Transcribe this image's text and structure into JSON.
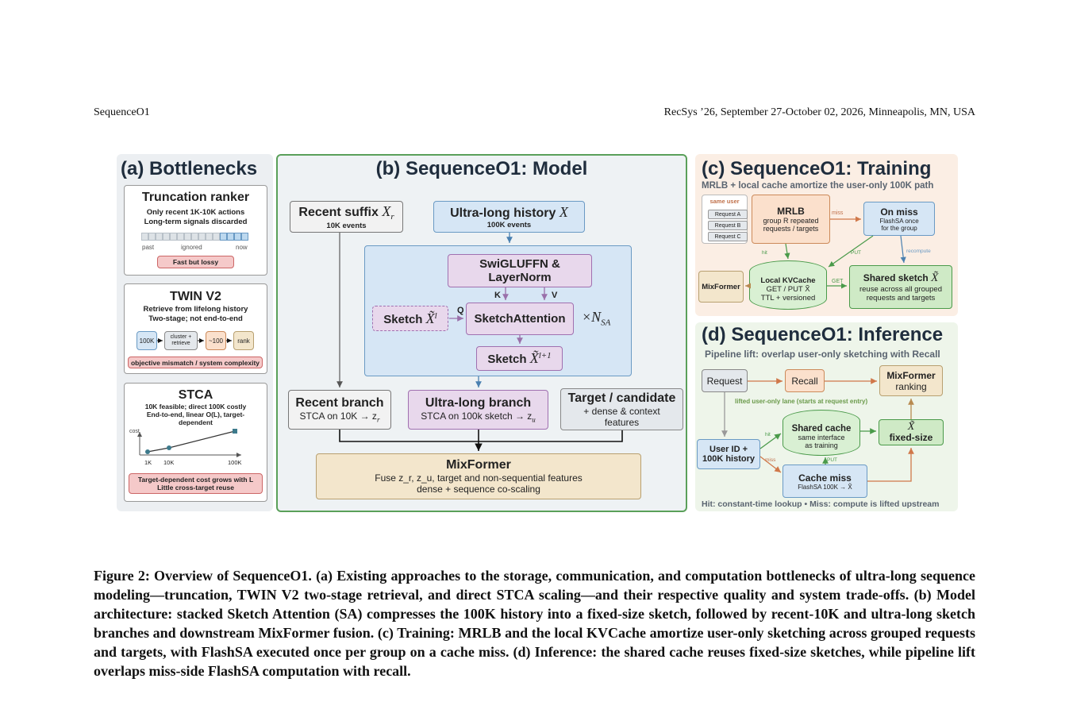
{
  "header": {
    "left": "SequenceO1",
    "right": "RecSys ’26, September 27-October 02, 2026, Minneapolis, MN, USA"
  },
  "panel_a": {
    "title": "(a) Bottlenecks",
    "truncation": {
      "title": "Truncation ranker",
      "desc1": "Only recent 1K-10K actions",
      "desc2": "Long-term signals discarded",
      "label_past": "past",
      "label_ignored": "ignored",
      "label_now": "now",
      "badge": "Fast but lossy"
    },
    "twin": {
      "title": "TWIN V2",
      "desc1": "Retrieve from lifelong history",
      "desc2": "Two-stage; not end-to-end",
      "step1": "100K",
      "step2a": "cluster +",
      "step2b": "retrieve",
      "step3": "~100",
      "step4": "rank",
      "badge": "objective mismatch / system complexity"
    },
    "stca": {
      "title": "STCA",
      "desc1": "10K feasible; direct 100K costly",
      "desc2": "End-to-end, linear O(L), target-",
      "desc3": "dependent",
      "axis_y": "cost",
      "x1": "1K",
      "x2": "10K",
      "x3": "100K",
      "badge1": "Target-dependent cost grows with L",
      "badge2": "Little cross-target reuse"
    }
  },
  "panel_b": {
    "title": "(b) SequenceO1: Model",
    "recent_suffix": "Recent suffix",
    "recent_suffix_var": "X",
    "recent_suffix_sub": "r",
    "recent_suffix_events": "10K events",
    "ultra_history": "Ultra-long history",
    "ultra_history_var": "X",
    "ultra_history_events": "100K events",
    "swiglu1": "SwiGLUFFN &",
    "swiglu2": "LayerNorm",
    "k": "K",
    "v": "V",
    "q": "Q",
    "sketch_in": "Sketch",
    "sketch_in_sup": "l",
    "sketch_attn": "SketchAttention",
    "n_sa": "×N",
    "n_sa_sub": "SA",
    "sketch_out": "Sketch",
    "sketch_out_sup": "l+1",
    "recent_branch": "Recent branch",
    "recent_branch_sub": "STCA on 10K → z",
    "recent_branch_zsub": "r",
    "ultra_branch": "Ultra-long branch",
    "ultra_branch_sub": "STCA on 100k sketch → z",
    "ultra_branch_zsub": "u",
    "target": "Target / candidate",
    "target_sub1": "+ dense & context",
    "target_sub2": "features",
    "mixformer": "MixFormer",
    "mixformer_sub1": "Fuse z_r, z_u, target and non-sequential features",
    "mixformer_sub2": "dense + sequence co-scaling"
  },
  "panel_c": {
    "title": "(c) SequenceO1: Training",
    "subtitle": "MRLB + local cache amortize the user-only 100K path",
    "same_user": "same user",
    "req_a": "Request A",
    "req_b": "Request B",
    "req_c": "Request C",
    "mrlb": "MRLB",
    "mrlb_sub1": "group R repeated",
    "mrlb_sub2": "requests / targets",
    "miss": "miss",
    "on_miss": "On miss",
    "on_miss_sub1": "FlashSA once",
    "on_miss_sub2": "for the group",
    "hit": "hit",
    "put": "PUT",
    "recompute": "recompute",
    "mixformer": "MixFormer",
    "kvcache": "Local KVCache",
    "kvcache_sub1": "GET / PUT X̃",
    "kvcache_sub2": "TTL + versioned",
    "get": "GET",
    "shared_sketch": "Shared sketch",
    "shared_sketch_var": "X̃",
    "shared_sketch_sub1": "reuse across all grouped",
    "shared_sketch_sub2": "requests and targets"
  },
  "panel_d": {
    "title": "(d) SequenceO1: Inference",
    "subtitle": "Pipeline lift: overlap user-only sketching with Recall",
    "request": "Request",
    "recall": "Recall",
    "mixformer": "MixFormer",
    "mixformer_sub": "ranking",
    "lane": "lifted user-only lane (starts at request entry)",
    "user_id1": "User ID +",
    "user_id2": "100K history",
    "hit": "hit",
    "miss": "miss",
    "shared_cache": "Shared cache",
    "shared_cache_sub1": "same interface",
    "shared_cache_sub2": "as training",
    "put": "PUT",
    "xtilde": "X̃",
    "fixed_size": "fixed-size",
    "cache_miss": "Cache miss",
    "cache_miss_sub": "FlashSA 100K → X̃",
    "footer": "Hit: constant-time lookup • Miss: compute is lifted upstream"
  },
  "caption": "Figure 2: Overview of SequenceO1. (a) Existing approaches to the storage, communication, and computation bottlenecks of ultra-long sequence modeling—truncation, TWIN V2 two-stage retrieval, and direct STCA scaling—and their respective quality and system trade-offs. (b) Model architecture: stacked Sketch Attention (SA) compresses the 100K history into a fixed-size sketch, followed by recent-10K and ultra-long sketch branches and downstream MixFormer fusion. (c) Training: MRLB and the local KVCache amortize user-only sketching across grouped requests and targets, with FlashSA executed once per group on a cache miss. (d) Inference: the shared cache reuses fixed-size sketches, while pipeline lift overlaps miss-side FlashSA computation with recall.",
  "colors": {
    "panel_a_bg": "#eceff2",
    "panel_b_bg": "#eef2f4",
    "panel_b_border": "#5aa05a",
    "panel_c_bg": "#fbeee4",
    "panel_d_bg": "#eef5ea",
    "blue_box": "#d6e6f5",
    "purple_box": "#e8d8ec",
    "gold_box": "#f3e6cc",
    "green_box": "#cfeac6",
    "red_badge": "#f5c9c9"
  }
}
